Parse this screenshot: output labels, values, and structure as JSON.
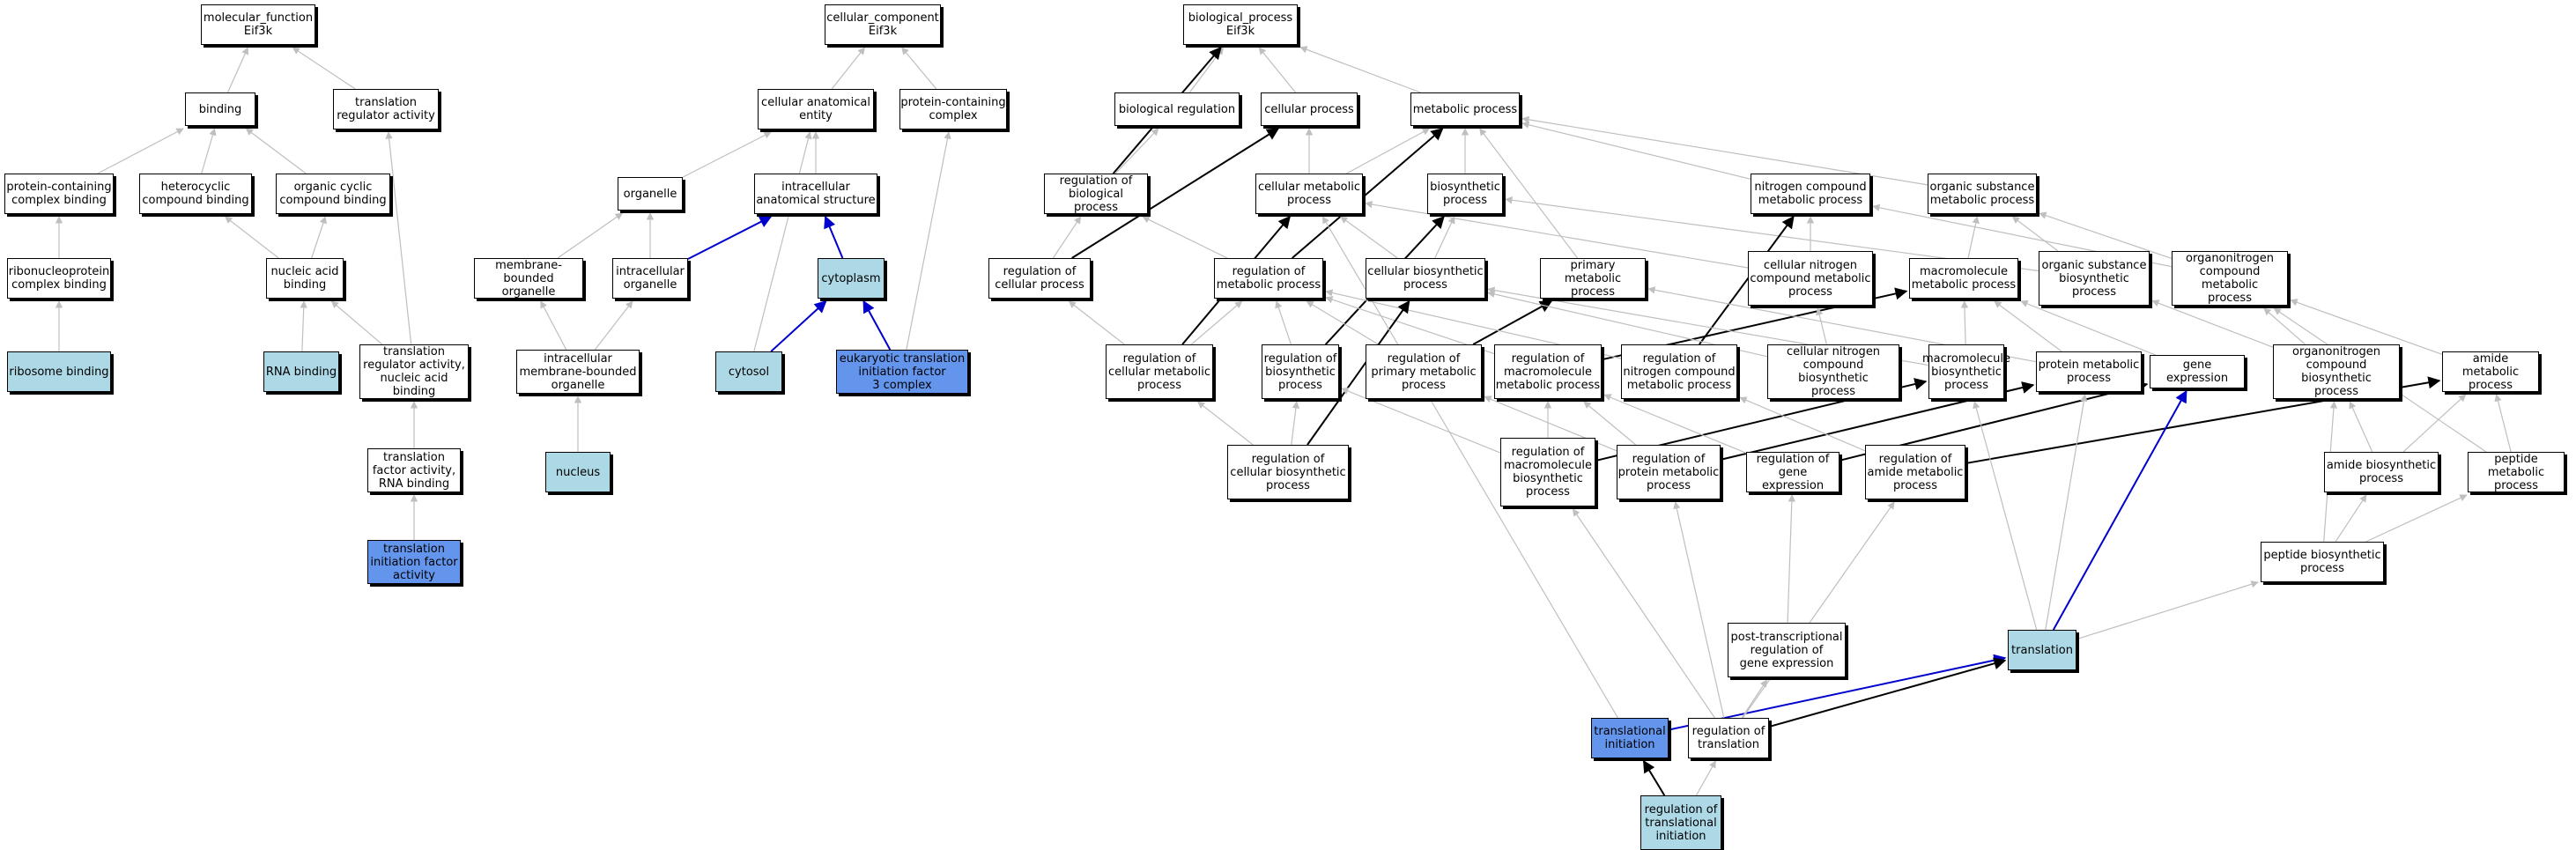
{
  "colors": {
    "default": "#ffffff",
    "light": "#add8e6",
    "blue": "#6495ed",
    "edge_grey": "#bfbfbf",
    "edge_black": "#000000",
    "edge_blue": "#0000cc"
  },
  "nodes": [
    {
      "id": "mf",
      "label": "molecular_function\nEif3k",
      "type": "default"
    },
    {
      "id": "binding",
      "label": "binding",
      "type": "default"
    },
    {
      "id": "tra",
      "label": "translation\nregulator activity",
      "type": "default"
    },
    {
      "id": "pccb",
      "label": "protein-containing\ncomplex binding",
      "type": "default"
    },
    {
      "id": "hcb",
      "label": "heterocyclic\ncompound binding",
      "type": "default"
    },
    {
      "id": "occb",
      "label": "organic cyclic\ncompound binding",
      "type": "default"
    },
    {
      "id": "rcb",
      "label": "ribonucleoprotein\ncomplex binding",
      "type": "default"
    },
    {
      "id": "nab",
      "label": "nucleic acid\nbinding",
      "type": "default"
    },
    {
      "id": "rib",
      "label": "ribosome binding",
      "type": "light"
    },
    {
      "id": "rnab",
      "label": "RNA binding",
      "type": "light"
    },
    {
      "id": "tranab",
      "label": "translation\nregulator activity,\nnucleic acid\nbinding",
      "type": "default"
    },
    {
      "id": "tfa",
      "label": "translation\nfactor activity,\nRNA binding",
      "type": "default"
    },
    {
      "id": "tifa",
      "label": "translation\ninitiation factor\nactivity",
      "type": "blue"
    },
    {
      "id": "cc",
      "label": "cellular_component\nEif3k",
      "type": "default"
    },
    {
      "id": "cae",
      "label": "cellular anatomical\nentity",
      "type": "default"
    },
    {
      "id": "pcc",
      "label": "protein-containing\ncomplex",
      "type": "default"
    },
    {
      "id": "organelle",
      "label": "organelle",
      "type": "default"
    },
    {
      "id": "ias",
      "label": "intracellular\nanatomical structure",
      "type": "default"
    },
    {
      "id": "mbo",
      "label": "membrane-bounded\norganelle",
      "type": "default"
    },
    {
      "id": "io",
      "label": "intracellular\norganelle",
      "type": "default"
    },
    {
      "id": "cyto",
      "label": "cytoplasm",
      "type": "light"
    },
    {
      "id": "imbo",
      "label": "intracellular\nmembrane-bounded\norganelle",
      "type": "default"
    },
    {
      "id": "cytosol",
      "label": "cytosol",
      "type": "light"
    },
    {
      "id": "etif3",
      "label": "eukaryotic translation\ninitiation factor\n3 complex",
      "type": "blue"
    },
    {
      "id": "nucleus",
      "label": "nucleus",
      "type": "light"
    },
    {
      "id": "bp",
      "label": "biological_process\nEif3k",
      "type": "default"
    },
    {
      "id": "breg",
      "label": "biological regulation",
      "type": "default"
    },
    {
      "id": "cp",
      "label": "cellular process",
      "type": "default"
    },
    {
      "id": "mp",
      "label": "metabolic process",
      "type": "default"
    },
    {
      "id": "rbp",
      "label": "regulation of\nbiological process",
      "type": "default"
    },
    {
      "id": "cmp",
      "label": "cellular metabolic\nprocess",
      "type": "default"
    },
    {
      "id": "biop",
      "label": "biosynthetic\nprocess",
      "type": "default"
    },
    {
      "id": "ncmp",
      "label": "nitrogen compound\nmetabolic process",
      "type": "default"
    },
    {
      "id": "osmp",
      "label": "organic substance\nmetabolic process",
      "type": "default"
    },
    {
      "id": "rcp",
      "label": "regulation of\ncellular process",
      "type": "default"
    },
    {
      "id": "rmp",
      "label": "regulation of\nmetabolic process",
      "type": "default"
    },
    {
      "id": "cbp",
      "label": "cellular biosynthetic\nprocess",
      "type": "default"
    },
    {
      "id": "pmp",
      "label": "primary metabolic\nprocess",
      "type": "default"
    },
    {
      "id": "cncmp",
      "label": "cellular nitrogen\ncompound metabolic\nprocess",
      "type": "default"
    },
    {
      "id": "mmp",
      "label": "macromolecule\nmetabolic process",
      "type": "default"
    },
    {
      "id": "osbp",
      "label": "organic substance\nbiosynthetic\nprocess",
      "type": "default"
    },
    {
      "id": "onmp",
      "label": "organonitrogen\ncompound metabolic\nprocess",
      "type": "default"
    },
    {
      "id": "rcmp",
      "label": "regulation of\ncellular metabolic\nprocess",
      "type": "default"
    },
    {
      "id": "rbiop",
      "label": "regulation of\nbiosynthetic\nprocess",
      "type": "default"
    },
    {
      "id": "rpmp",
      "label": "regulation of\nprimary metabolic\nprocess",
      "type": "default"
    },
    {
      "id": "rmmp",
      "label": "regulation of\nmacromolecule\nmetabolic process",
      "type": "default"
    },
    {
      "id": "rncmp",
      "label": "regulation of\nnitrogen compound\nmetabolic process",
      "type": "default"
    },
    {
      "id": "cncbp",
      "label": "cellular nitrogen\ncompound biosynthetic\nprocess",
      "type": "default"
    },
    {
      "id": "mbp",
      "label": "macromolecule\nbiosynthetic\nprocess",
      "type": "default"
    },
    {
      "id": "protmp",
      "label": "protein metabolic\nprocess",
      "type": "default"
    },
    {
      "id": "ge",
      "label": "gene expression",
      "type": "default"
    },
    {
      "id": "onbp",
      "label": "organonitrogen\ncompound biosynthetic\nprocess",
      "type": "default"
    },
    {
      "id": "amp",
      "label": "amide metabolic\nprocess",
      "type": "default"
    },
    {
      "id": "rcbp",
      "label": "regulation of\ncellular biosynthetic\nprocess",
      "type": "default"
    },
    {
      "id": "rmbp",
      "label": "regulation of\nmacromolecule\nbiosynthetic\nprocess",
      "type": "default"
    },
    {
      "id": "rprotmp",
      "label": "regulation of\nprotein metabolic\nprocess",
      "type": "default"
    },
    {
      "id": "rge",
      "label": "regulation of\ngene expression",
      "type": "default"
    },
    {
      "id": "ramp",
      "label": "regulation of\namide metabolic\nprocess",
      "type": "default"
    },
    {
      "id": "abp",
      "label": "amide biosynthetic\nprocess",
      "type": "default"
    },
    {
      "id": "pepmp",
      "label": "peptide metabolic\nprocess",
      "type": "default"
    },
    {
      "id": "pepbp",
      "label": "peptide biosynthetic\nprocess",
      "type": "default"
    },
    {
      "id": "ptrge",
      "label": "post-transcriptional\nregulation of\ngene expression",
      "type": "default"
    },
    {
      "id": "transl",
      "label": "translation",
      "type": "light"
    },
    {
      "id": "ti",
      "label": "translational\ninitiation",
      "type": "blue"
    },
    {
      "id": "rtransl",
      "label": "regulation of\ntranslation",
      "type": "default"
    },
    {
      "id": "rti",
      "label": "regulation of\ntranslational\ninitiation",
      "type": "light"
    }
  ],
  "edges": [
    [
      "binding",
      "mf",
      "grey"
    ],
    [
      "tra",
      "mf",
      "grey"
    ],
    [
      "pccb",
      "binding",
      "grey"
    ],
    [
      "hcb",
      "binding",
      "grey"
    ],
    [
      "occb",
      "binding",
      "grey"
    ],
    [
      "rcb",
      "pccb",
      "grey"
    ],
    [
      "rib",
      "rcb",
      "grey"
    ],
    [
      "nab",
      "hcb",
      "grey"
    ],
    [
      "nab",
      "occb",
      "grey"
    ],
    [
      "rnab",
      "nab",
      "grey"
    ],
    [
      "tranab",
      "nab",
      "grey"
    ],
    [
      "tranab",
      "tra",
      "grey"
    ],
    [
      "tfa",
      "tranab",
      "grey"
    ],
    [
      "tifa",
      "tfa",
      "grey"
    ],
    [
      "cae",
      "cc",
      "grey"
    ],
    [
      "pcc",
      "cc",
      "grey"
    ],
    [
      "organelle",
      "cae",
      "grey"
    ],
    [
      "ias",
      "cae",
      "grey"
    ],
    [
      "mbo",
      "organelle",
      "grey"
    ],
    [
      "io",
      "organelle",
      "grey"
    ],
    [
      "io",
      "ias",
      "blue"
    ],
    [
      "cyto",
      "ias",
      "blue"
    ],
    [
      "imbo",
      "mbo",
      "grey"
    ],
    [
      "imbo",
      "io",
      "grey"
    ],
    [
      "cytosol",
      "cae",
      "grey"
    ],
    [
      "cytosol",
      "cyto",
      "blue"
    ],
    [
      "etif3",
      "pcc",
      "grey"
    ],
    [
      "etif3",
      "cyto",
      "blue"
    ],
    [
      "nucleus",
      "imbo",
      "grey"
    ],
    [
      "breg",
      "bp",
      "grey"
    ],
    [
      "cp",
      "bp",
      "grey"
    ],
    [
      "mp",
      "bp",
      "grey"
    ],
    [
      "rbp",
      "breg",
      "grey"
    ],
    [
      "rbp",
      "bp",
      "black"
    ],
    [
      "cmp",
      "cp",
      "grey"
    ],
    [
      "cmp",
      "mp",
      "grey"
    ],
    [
      "biop",
      "mp",
      "grey"
    ],
    [
      "ncmp",
      "mp",
      "grey"
    ],
    [
      "osmp",
      "mp",
      "grey"
    ],
    [
      "rcp",
      "rbp",
      "grey"
    ],
    [
      "rcp",
      "cp",
      "black"
    ],
    [
      "rmp",
      "rbp",
      "grey"
    ],
    [
      "rmp",
      "mp",
      "black"
    ],
    [
      "cbp",
      "cmp",
      "grey"
    ],
    [
      "cbp",
      "biop",
      "grey"
    ],
    [
      "pmp",
      "mp",
      "grey"
    ],
    [
      "cncmp",
      "cmp",
      "grey"
    ],
    [
      "cncmp",
      "ncmp",
      "grey"
    ],
    [
      "mmp",
      "osmp",
      "grey"
    ],
    [
      "osbp",
      "biop",
      "grey"
    ],
    [
      "osbp",
      "osmp",
      "grey"
    ],
    [
      "onmp",
      "ncmp",
      "grey"
    ],
    [
      "onmp",
      "osmp",
      "grey"
    ],
    [
      "rcmp",
      "rcp",
      "grey"
    ],
    [
      "rcmp",
      "rmp",
      "grey"
    ],
    [
      "rcmp",
      "cmp",
      "black"
    ],
    [
      "rbiop",
      "rmp",
      "grey"
    ],
    [
      "rbiop",
      "biop",
      "black"
    ],
    [
      "rpmp",
      "rmp",
      "grey"
    ],
    [
      "rpmp",
      "pmp",
      "black"
    ],
    [
      "rmmp",
      "rmp",
      "grey"
    ],
    [
      "rmmp",
      "mmp",
      "black"
    ],
    [
      "rncmp",
      "rmp",
      "grey"
    ],
    [
      "rncmp",
      "ncmp",
      "black"
    ],
    [
      "cncbp",
      "cbp",
      "grey"
    ],
    [
      "cncbp",
      "cncmp",
      "grey"
    ],
    [
      "mbp",
      "mmp",
      "grey"
    ],
    [
      "mbp",
      "cbp",
      "grey"
    ],
    [
      "protmp",
      "mmp",
      "grey"
    ],
    [
      "protmp",
      "pmp",
      "grey"
    ],
    [
      "ge",
      "mmp",
      "grey"
    ],
    [
      "onbp",
      "onmp",
      "grey"
    ],
    [
      "onbp",
      "osbp",
      "grey"
    ],
    [
      "amp",
      "onmp",
      "grey"
    ],
    [
      "rcbp",
      "rcmp",
      "grey"
    ],
    [
      "rcbp",
      "rbiop",
      "grey"
    ],
    [
      "rcbp",
      "cbp",
      "black"
    ],
    [
      "rmbp",
      "rmmp",
      "grey"
    ],
    [
      "rmbp",
      "rbiop",
      "grey"
    ],
    [
      "rmbp",
      "mbp",
      "black"
    ],
    [
      "rprotmp",
      "rmmp",
      "grey"
    ],
    [
      "rprotmp",
      "rpmp",
      "grey"
    ],
    [
      "rprotmp",
      "protmp",
      "black"
    ],
    [
      "rge",
      "rmmp",
      "grey"
    ],
    [
      "rge",
      "ge",
      "black"
    ],
    [
      "ramp",
      "rncmp",
      "grey"
    ],
    [
      "ramp",
      "amp",
      "black"
    ],
    [
      "abp",
      "amp",
      "grey"
    ],
    [
      "abp",
      "onbp",
      "grey"
    ],
    [
      "pepmp",
      "amp",
      "grey"
    ],
    [
      "pepmp",
      "onmp",
      "grey"
    ],
    [
      "pepbp",
      "abp",
      "grey"
    ],
    [
      "pepbp",
      "pepmp",
      "grey"
    ],
    [
      "pepbp",
      "onbp",
      "grey"
    ],
    [
      "ptrge",
      "rge",
      "grey"
    ],
    [
      "transl",
      "pepbp",
      "grey"
    ],
    [
      "transl",
      "protmp",
      "grey"
    ],
    [
      "transl",
      "mbp",
      "grey"
    ],
    [
      "transl",
      "ge",
      "blue"
    ],
    [
      "ti",
      "transl",
      "blue"
    ],
    [
      "ti",
      "cmp",
      "grey"
    ],
    [
      "rtransl",
      "rprotmp",
      "grey"
    ],
    [
      "rtransl",
      "rmbp",
      "grey"
    ],
    [
      "rtransl",
      "ramp",
      "grey"
    ],
    [
      "rtransl",
      "ptrge",
      "grey"
    ],
    [
      "rtransl",
      "transl",
      "black"
    ],
    [
      "rti",
      "ti",
      "black"
    ],
    [
      "rti",
      "rtransl",
      "grey"
    ]
  ]
}
